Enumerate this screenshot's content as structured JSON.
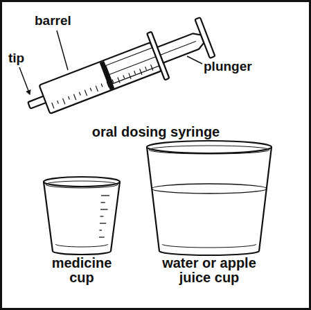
{
  "diagram": {
    "labels": [
      "barrel",
      "tip",
      "plunger",
      "oral dosing syringe",
      "medicine cup",
      "water or apple juice cup"
    ]
  }
}
